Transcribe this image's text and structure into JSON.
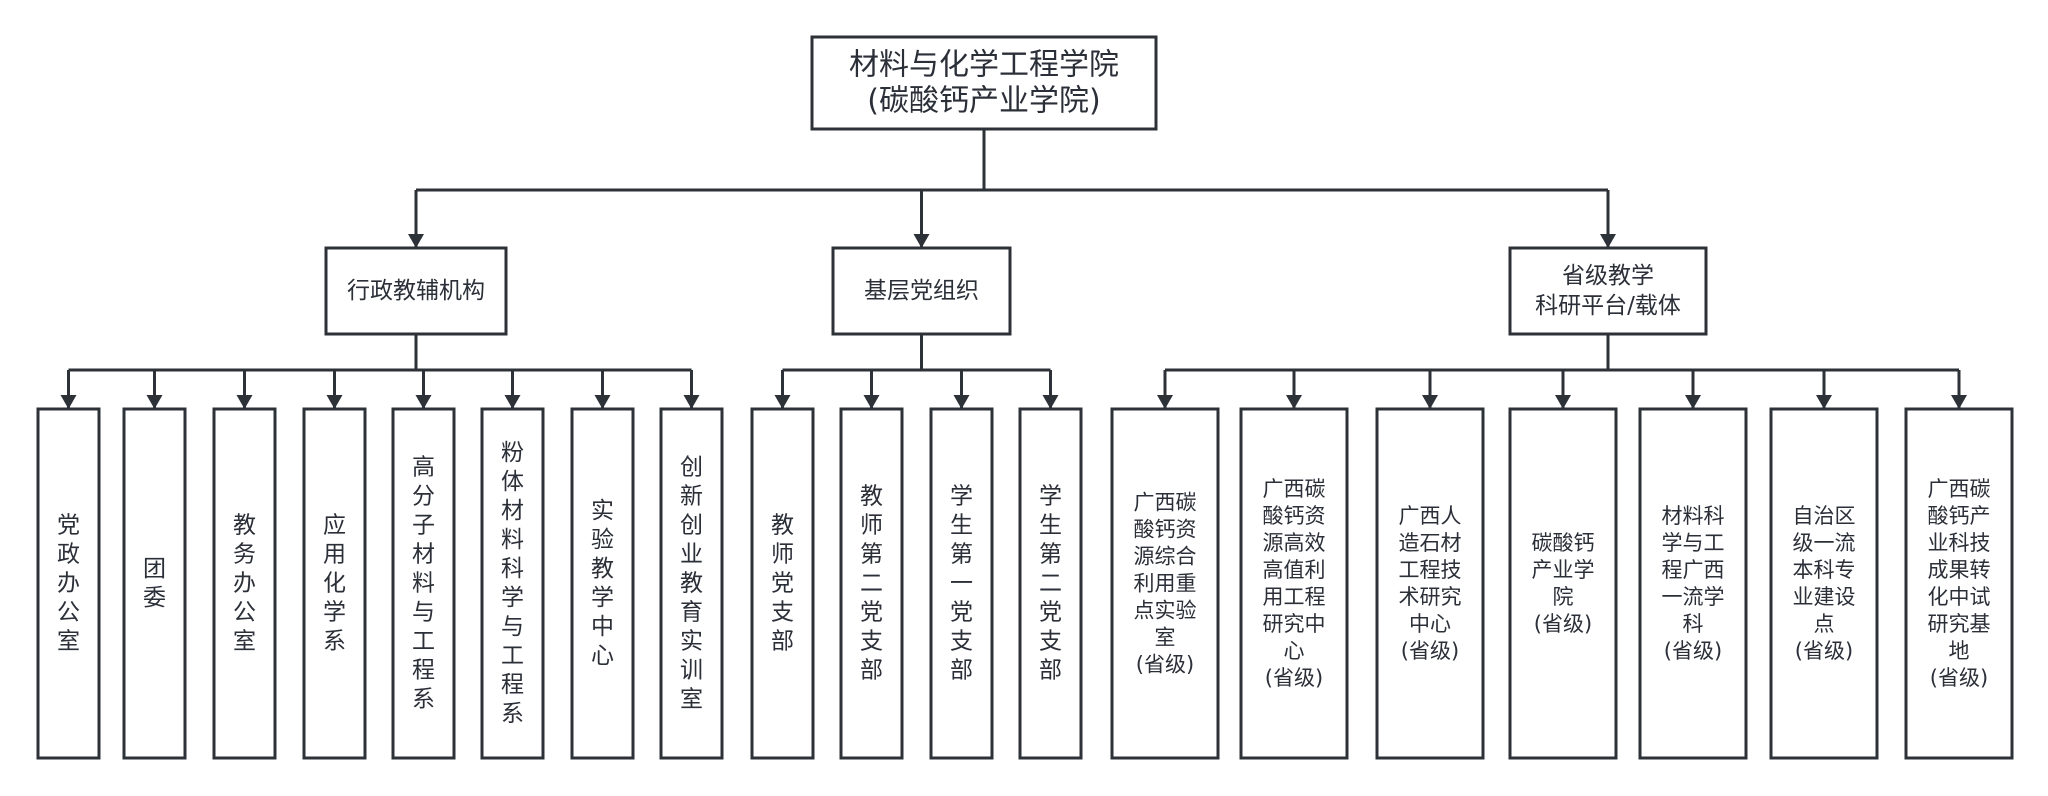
{
  "root": {
    "lines": [
      "材料与化学工程学院",
      "(碳酸钙产业学院)"
    ]
  },
  "groups": [
    {
      "lines": [
        "行政教辅机构"
      ],
      "children": [
        {
          "text": "党政办公室"
        },
        {
          "text": "团委"
        },
        {
          "text": "教务办公室"
        },
        {
          "text": "应用化学系"
        },
        {
          "text": "高分子材料与工程系"
        },
        {
          "text": "粉体材料科学与工程系"
        },
        {
          "text": "实验教学中心"
        },
        {
          "text": "创新创业教育实训室"
        }
      ]
    },
    {
      "lines": [
        "基层党组织"
      ],
      "children": [
        {
          "text": "教师党支部"
        },
        {
          "text": "教师第二党支部"
        },
        {
          "text": "学生第一党支部"
        },
        {
          "text": "学生第二党支部"
        }
      ]
    },
    {
      "lines": [
        "省级教学",
        "科研平台/载体"
      ],
      "children": [
        {
          "lines": [
            "广西碳",
            "酸钙资",
            "源综合",
            "利用重",
            "点实验",
            "室",
            "(省级)"
          ]
        },
        {
          "lines": [
            "广西碳",
            "酸钙资",
            "源高效",
            "高值利",
            "用工程",
            "研究中",
            "心",
            "(省级)"
          ]
        },
        {
          "lines": [
            "广西人",
            "造石材",
            "工程技",
            "术研究",
            "中心",
            "(省级)"
          ]
        },
        {
          "lines": [
            "碳酸钙",
            "产业学",
            "院",
            "(省级)"
          ]
        },
        {
          "lines": [
            "材料科",
            "学与工",
            "程广西",
            "一流学",
            "科",
            "(省级)"
          ]
        },
        {
          "lines": [
            "自治区",
            "级一流",
            "本科专",
            "业建设",
            "点",
            "(省级)"
          ]
        },
        {
          "lines": [
            "广西碳",
            "酸钙产",
            "业科技",
            "成果转",
            "化中试",
            "研究基",
            "地",
            "(省级)"
          ]
        }
      ]
    }
  ]
}
